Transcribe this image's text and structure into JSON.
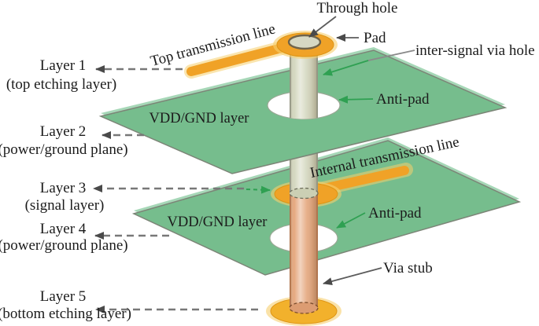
{
  "figure": {
    "background": "#ffffff",
    "layers": [
      {
        "name": "Layer 1",
        "desc": "(top etching layer)"
      },
      {
        "name": "Layer 2",
        "desc": "(power/ground plane)"
      },
      {
        "name": "Layer 3",
        "desc": "(signal layer)"
      },
      {
        "name": "Layer 4",
        "desc": "(power/ground plane)"
      },
      {
        "name": "Layer 5",
        "desc": "(bottom etching layer)"
      }
    ],
    "callouts": {
      "through_hole": "Through hole",
      "pad": "Pad",
      "inter_signal_via_hole": "inter-signal via hole",
      "anti_pad_top": "Anti-pad",
      "anti_pad_bottom": "Anti-pad",
      "via_stub": "Via stub"
    },
    "traces": {
      "top_transmission_line": "Top transmission line",
      "internal_transmission_line": "Internal transmission line"
    },
    "planes": {
      "top_label": "VDD/GND layer",
      "bottom_label": "VDD/GND layer"
    },
    "colors": {
      "plane_green": "#76bd8d",
      "plane_rim": "#a6d7b7",
      "hole_white": "#ffffff",
      "copper_orange": "#f0a227",
      "copper_halo": "#f6cf6e",
      "pad_gold": "#f2b12c",
      "via_barrel": "#d4d7bf",
      "via_stub": "#e5a87f",
      "through_hole_fill": "#d6d8c3",
      "arrow_dark": "#4a4a4a",
      "arrow_green": "#2fa052",
      "dash_gray": "#787878",
      "text": "#1b1b1b"
    }
  }
}
